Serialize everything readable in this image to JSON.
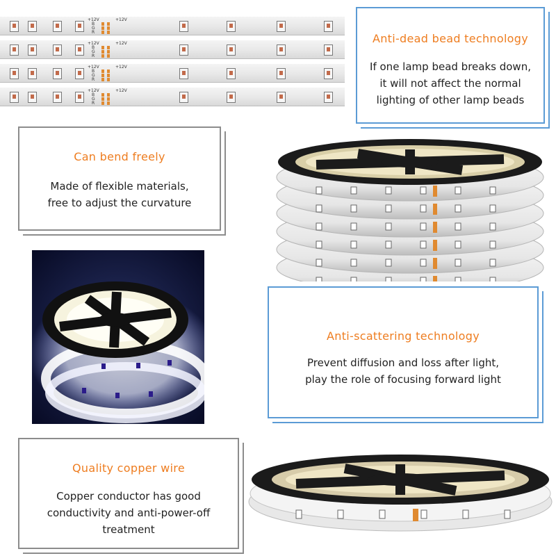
{
  "strip_labels": {
    "positive": "+12V",
    "channels": [
      "B",
      "G",
      "R"
    ]
  },
  "features": {
    "anti_dead": {
      "title": "Anti-dead bead technology",
      "description": "If one lamp bead breaks down,\nit will not affect the normal\nlighting of other lamp beads"
    },
    "bend": {
      "title": "Can bend freely",
      "description": "Made of flexible materials,\nfree to adjust the curvature"
    },
    "anti_scatter": {
      "title": "Anti-scattering technology",
      "description": "Prevent diffusion and loss after light,\nplay the role of focusing forward light"
    },
    "copper": {
      "title": "Quality copper wire",
      "description": "Copper conductor has good\nconductivity and anti-power-off\ntreatment"
    }
  },
  "colors": {
    "title_orange": "#ee7d20",
    "frame_blue": "#5b9bd5",
    "frame_gray": "#8c8c8c",
    "photo_bg": "#0c1238",
    "pad_orange": "#e08a30"
  }
}
